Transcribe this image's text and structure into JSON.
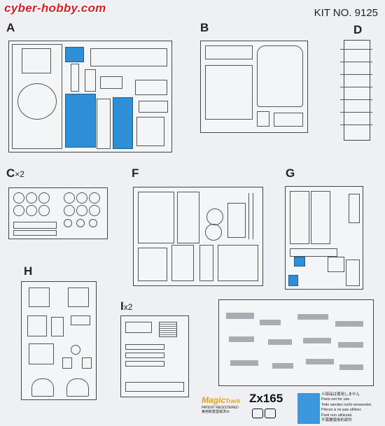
{
  "header": {
    "logo_text": "cyber-hobby.com",
    "kit_number": "KIT NO. 9125"
  },
  "sprues": {
    "A": {
      "label": "A"
    },
    "B": {
      "label": "B"
    },
    "D": {
      "label": "D"
    },
    "C": {
      "label": "C",
      "multiplier": "×2"
    },
    "F": {
      "label": "F"
    },
    "G": {
      "label": "G"
    },
    "H": {
      "label": "H"
    },
    "I": {
      "label": "I",
      "multiplier": "x2"
    }
  },
  "branding": {
    "magic_track": "Magic",
    "magic_track_suffix": "Track",
    "patent_line1": "PATENT REGISTERED",
    "patent_line2": "実用新案登録済み",
    "zx_label": "Zx165"
  },
  "legend": {
    "line1": "※部品は使用しません",
    "line2": "Parts not for use.",
    "line3": "Teile werden nicht verwendet.",
    "line4": "Pièces à ne pas utiliser.",
    "line5": "Parti non utilizzati.",
    "line6": "不需要使用的部件",
    "color": "#3b98dd"
  }
}
